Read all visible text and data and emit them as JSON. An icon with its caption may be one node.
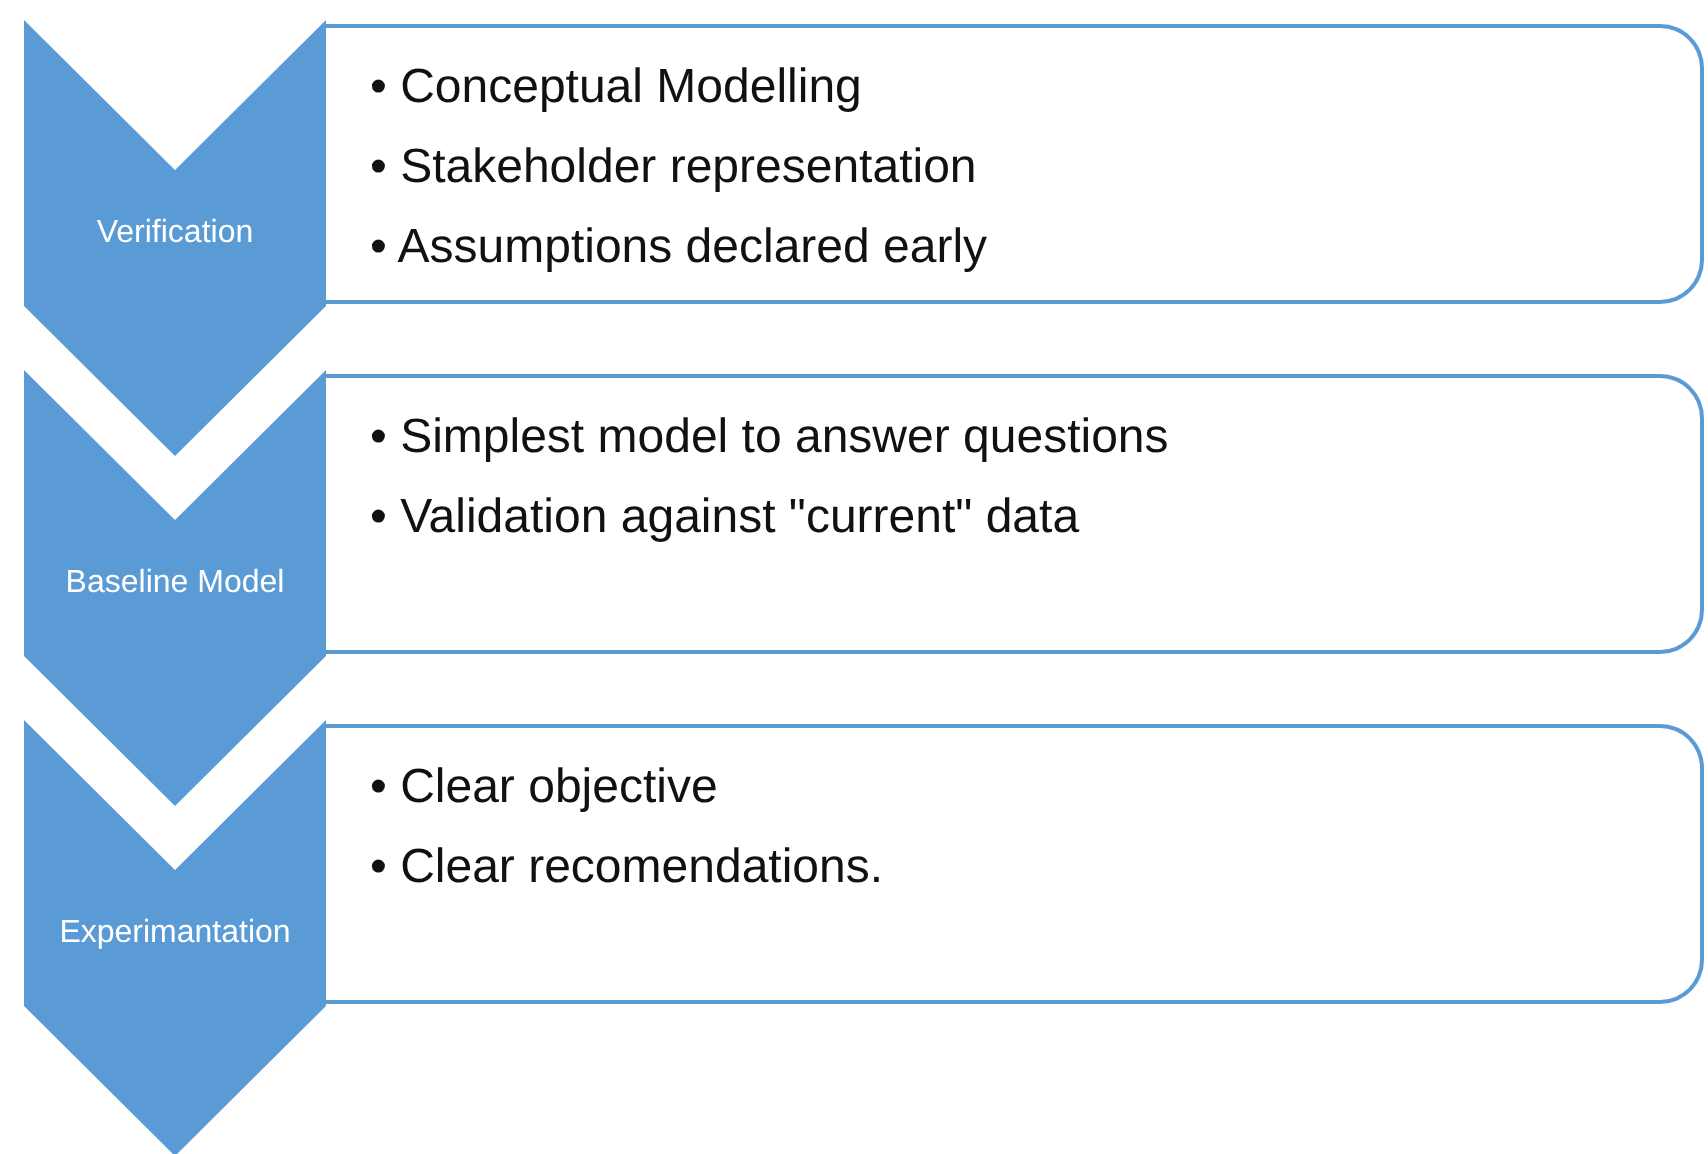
{
  "diagram": {
    "nodes": [
      {
        "text": [
          "Verification"
        ]
      },
      {
        "text": [
          "• Conceptual Modelling",
          "• Stakeholder representation",
          "• Assumptions declared early"
        ]
      },
      {
        "text": [
          "Baseline Model"
        ]
      },
      {
        "text": [
          "• Simplest model to answer questions",
          "• Validation against \"current\" data"
        ]
      },
      {
        "text": [
          "Experimantation"
        ]
      },
      {
        "text": [
          "• Clear objective",
          "• Clear recomendations."
        ]
      }
    ]
  }
}
